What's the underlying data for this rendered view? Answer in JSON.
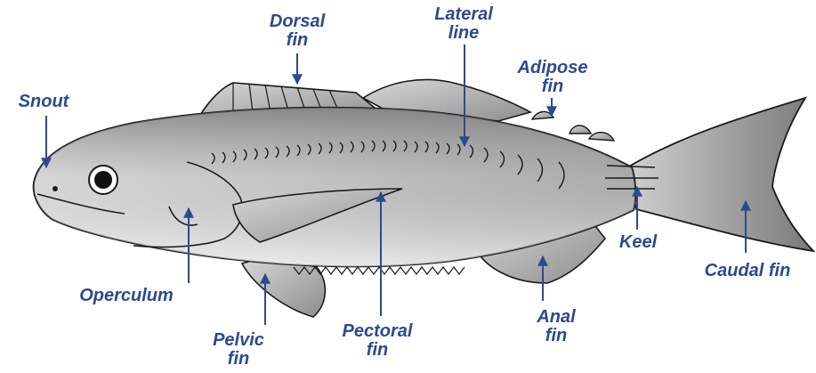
{
  "diagram": {
    "labels": {
      "snout": {
        "lines": [
          "Snout"
        ]
      },
      "dorsal_fin": {
        "lines": [
          "Dorsal",
          "fin"
        ]
      },
      "lateral_line": {
        "lines": [
          "Lateral",
          "line"
        ]
      },
      "adipose_fin": {
        "lines": [
          "Adipose",
          "fin"
        ]
      },
      "operculum": {
        "lines": [
          "Operculum"
        ]
      },
      "pelvic_fin": {
        "lines": [
          "Pelvic",
          "fin"
        ]
      },
      "pectoral_fin": {
        "lines": [
          "Pectoral",
          "fin"
        ]
      },
      "anal_fin": {
        "lines": [
          "Anal",
          "fin"
        ]
      },
      "keel": {
        "lines": [
          "Keel"
        ]
      },
      "caudal_fin": {
        "lines": [
          "Caudal fin"
        ]
      }
    },
    "colors": {
      "label_text": "#2e4a8c",
      "pointer": "#2e4a8c",
      "outline": "#1a1a1a",
      "body_light": "#ffffff",
      "body_dark": "#8c8c8c",
      "fin_grey": "#b9b9b9"
    }
  }
}
